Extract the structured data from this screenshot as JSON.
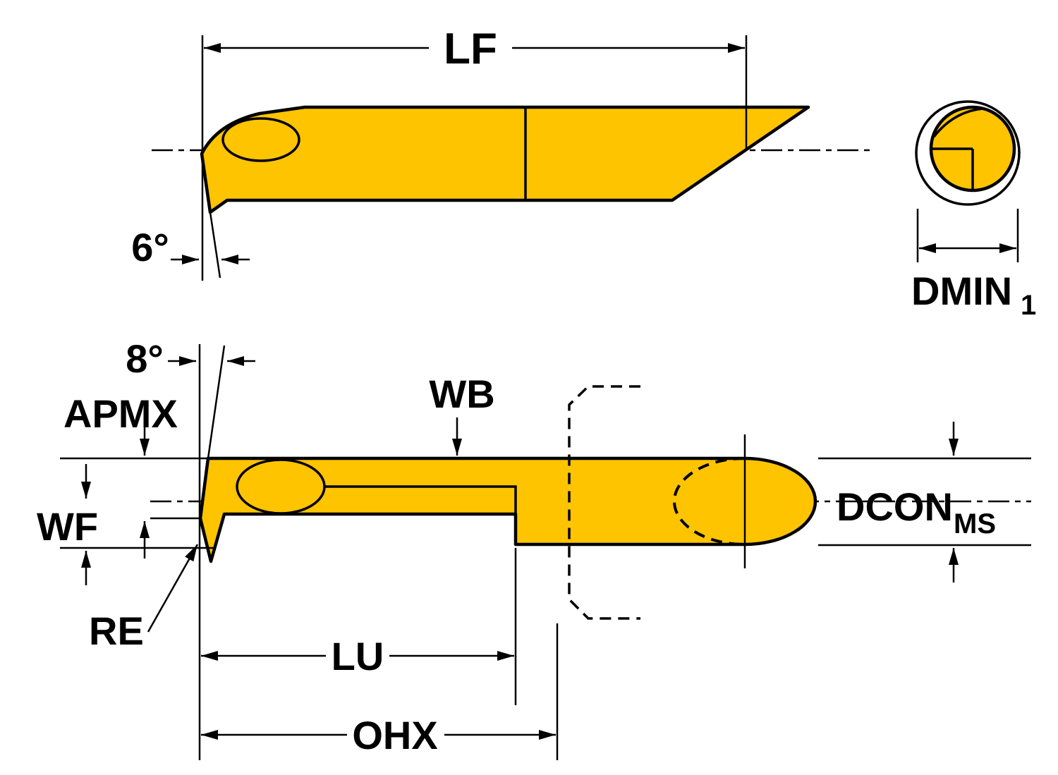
{
  "colors": {
    "tool_fill": "#FFC400",
    "line": "#000000",
    "background": "#FFFFFF"
  },
  "labels": {
    "lf": "LF",
    "front_clearance_angle": "6°",
    "dmin": "DMIN",
    "dmin_sub": "1",
    "tip_angle": "8°",
    "apmx": "APMX",
    "wf": "WF",
    "wb": "WB",
    "dcon": "DCON",
    "dcon_sub": "MS",
    "re": "RE",
    "lu": "LU",
    "ohx": "OHX"
  }
}
